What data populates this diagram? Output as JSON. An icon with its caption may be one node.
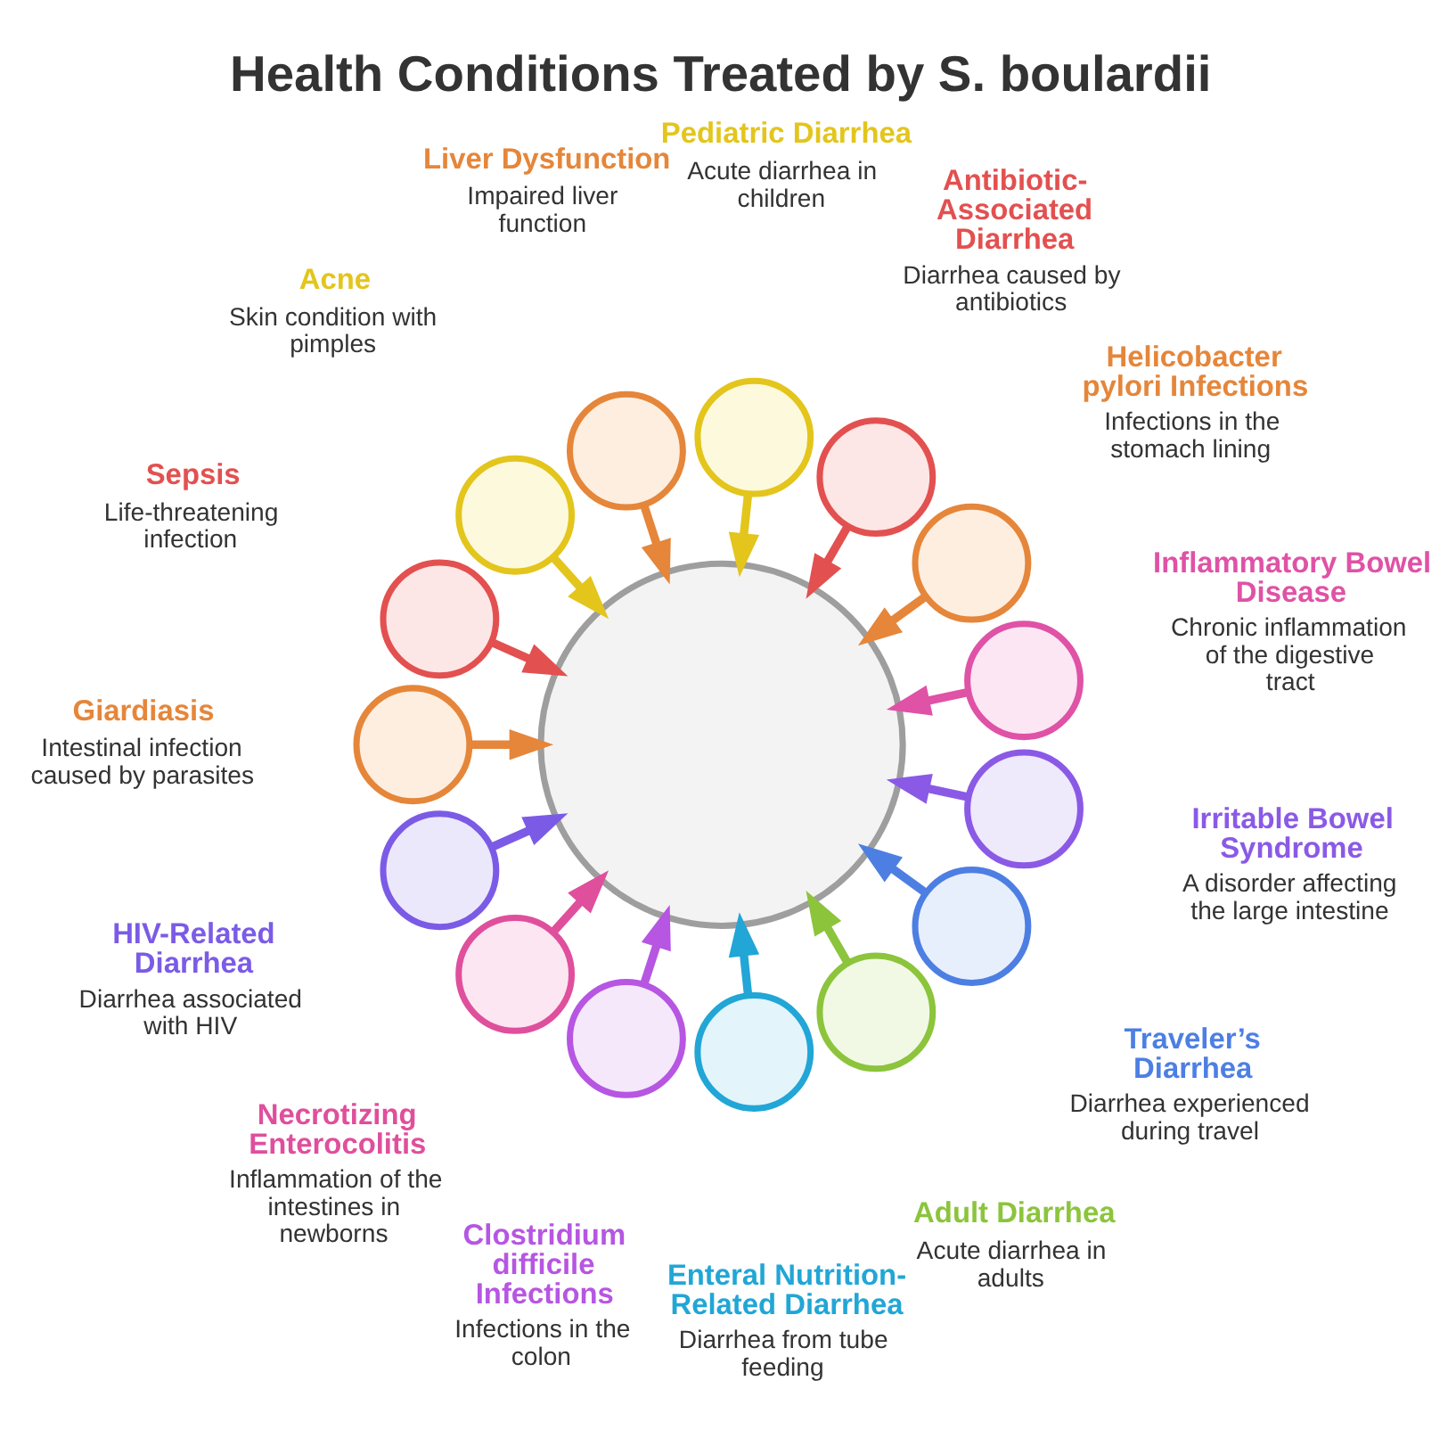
{
  "diagram": {
    "title": "Health Conditions Treated by S. boulardii",
    "nodes": [
      {
        "text": [],
        "shape": "circle"
      },
      {
        "text": [],
        "shape": "circle",
        "beside": [
          "Pediatric Diarrhea",
          "Acute diarrhea in children"
        ]
      },
      {
        "text": [],
        "shape": "circle",
        "beside": [
          "Antibiotic-Associated Diarrhea",
          "Diarrhea caused by antibiotics"
        ]
      },
      {
        "text": [],
        "shape": "circle",
        "beside": [
          "Helicobacter pylori Infections",
          "Infections in the stomach lining"
        ]
      },
      {
        "text": [],
        "shape": "circle",
        "beside": [
          "Inflammatory Bowel Disease",
          "Chronic inflammation of the digestive tract"
        ]
      },
      {
        "text": [],
        "shape": "circle",
        "beside": [
          "Irritable Bowel Syndrome",
          "A disorder affecting the large intestine"
        ]
      },
      {
        "text": [],
        "shape": "circle",
        "beside": [
          "Traveler’s Diarrhea",
          "Diarrhea experienced during travel"
        ]
      },
      {
        "text": [],
        "shape": "circle",
        "beside": [
          "Adult Diarrhea",
          "Acute diarrhea in adults"
        ]
      },
      {
        "text": [],
        "shape": "circle",
        "beside": [
          "Enteral Nutrition-Related Diarrhea",
          "Diarrhea from tube feeding"
        ]
      },
      {
        "text": [],
        "shape": "circle",
        "beside": [
          "Clostridium difficile Infections",
          "Infections in the colon"
        ]
      },
      {
        "text": [],
        "shape": "circle",
        "beside": [
          "Necrotizing Enterocolitis",
          "Inflammation of the intestines in newborns"
        ]
      },
      {
        "text": [],
        "shape": "circle",
        "beside": [
          "HIV-Related Diarrhea",
          "Diarrhea associated with HIV"
        ]
      },
      {
        "text": [],
        "shape": "circle",
        "beside": [
          "Giardiasis",
          "Intestinal infection caused by parasites"
        ]
      },
      {
        "text": [],
        "shape": "circle",
        "beside": [
          "Sepsis",
          "Life-threatening infection"
        ]
      },
      {
        "text": [],
        "shape": "circle",
        "beside": [
          "Acne",
          "Skin condition with pimples"
        ]
      },
      {
        "text": [],
        "shape": "circle",
        "beside": [
          "Liver Dysfunction",
          "Impaired liver function"
        ]
      }
    ],
    "edges": [
      {
        "from": 1,
        "to": 0,
        "arrow": "to",
        "color": "#e3c51c"
      },
      {
        "from": 2,
        "to": 0,
        "arrow": "to",
        "color": "#e35050"
      },
      {
        "from": 3,
        "to": 0,
        "arrow": "to",
        "color": "#e5863a"
      },
      {
        "from": 4,
        "to": 0,
        "arrow": "to",
        "color": "#df52a6"
      },
      {
        "from": 5,
        "to": 0,
        "arrow": "to",
        "color": "#8a5ae6"
      },
      {
        "from": 6,
        "to": 0,
        "arrow": "to",
        "color": "#4d7fe3"
      },
      {
        "from": 7,
        "to": 0,
        "arrow": "to",
        "color": "#8cc43c"
      },
      {
        "from": 8,
        "to": 0,
        "arrow": "to",
        "color": "#21a6d6"
      },
      {
        "from": 9,
        "to": 0,
        "arrow": "to",
        "color": "#b656e2"
      },
      {
        "from": 10,
        "to": 0,
        "arrow": "to",
        "color": "#df4f9c"
      },
      {
        "from": 11,
        "to": 0,
        "arrow": "to",
        "color": "#7b5be6"
      },
      {
        "from": 12,
        "to": 0,
        "arrow": "to",
        "color": "#e5863a"
      },
      {
        "from": 13,
        "to": 0,
        "arrow": "to",
        "color": "#e35050"
      },
      {
        "from": 14,
        "to": 0,
        "arrow": "to",
        "color": "#e3c51c"
      },
      {
        "from": 15,
        "to": 0,
        "arrow": "to",
        "color": "#e5863a"
      }
    ]
  }
}
